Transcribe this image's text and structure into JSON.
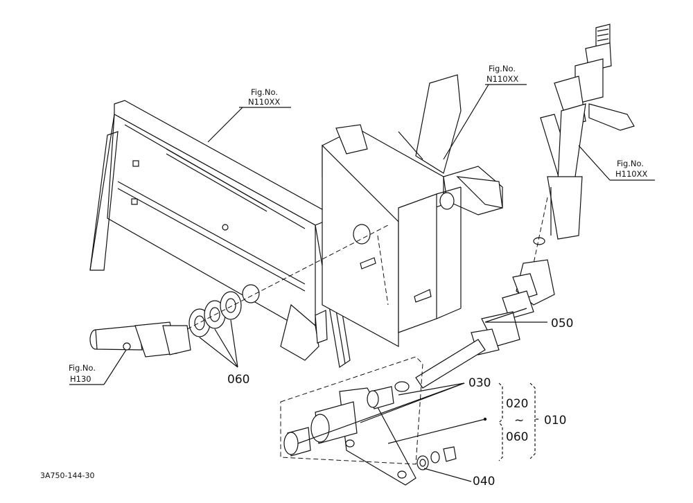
{
  "labels": {
    "fig_n110xx_left": [
      "Fig.No.",
      "N110XX"
    ],
    "fig_n110xx_right": [
      "Fig.No.",
      "N110XX"
    ],
    "fig_h110xx": [
      "Fig.No.",
      "H110XX"
    ],
    "fig_h130": [
      "Fig.No.",
      "H130"
    ],
    "part_050": "050",
    "part_060": "060",
    "part_030": "030",
    "part_020": "020",
    "part_tilde": "~",
    "part_060_range": "060",
    "part_010": "010",
    "part_040": "040",
    "drawing_code": "3A750-144-30"
  }
}
